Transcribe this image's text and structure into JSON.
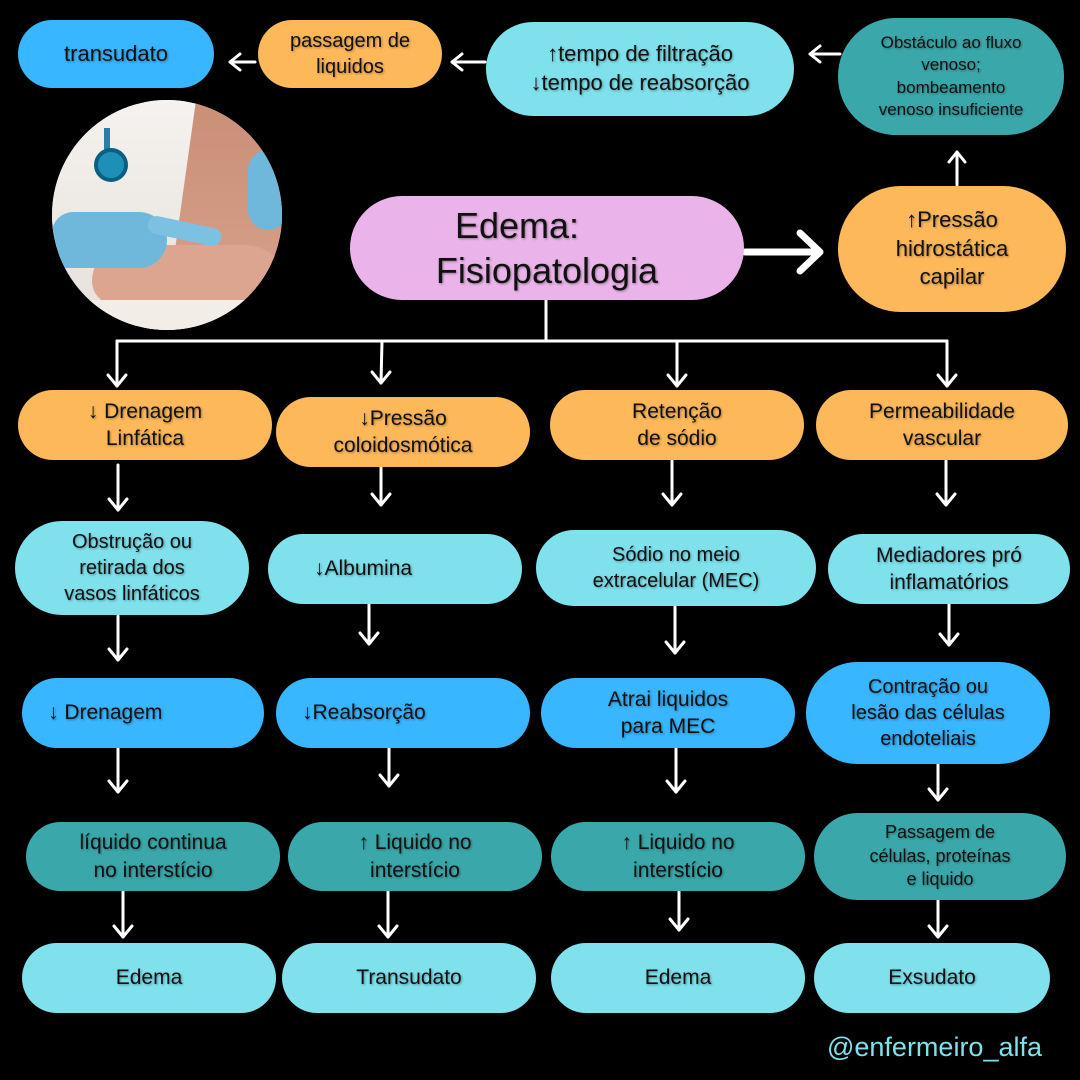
{
  "title": {
    "line1": "Edema:",
    "line2": "Fisiopatologia"
  },
  "image": {
    "alt": "Profissional de saúde com luvas azuis pressionando tornozelo edemaciado",
    "icon": "photo-icon"
  },
  "top_chain": {
    "pressao_hidrostatica": "↑Pressão\nhidrostática\ncapilar",
    "obstaculo": "Obstáculo ao fluxo\nvenoso;\nbombeamento\nvenoso insuficiente",
    "tempo": "↑tempo de filtração\n↓tempo de reabsorção",
    "passagem": "passagem de\nliquidos",
    "transudato": "transudato"
  },
  "columns": [
    {
      "cause": "↓ Drenagem\nLinfática",
      "step1": "Obstrução ou\nretirada dos\nvasos linfáticos",
      "step2": "↓ Drenagem",
      "step3": "líquido continua\nno interstício",
      "result": "Edema"
    },
    {
      "cause": "↓Pressão\ncoloidosmótica",
      "step1": "↓Albumina",
      "step2": "↓Reabsorção",
      "step3": "↑ Liquido no\ninterstício",
      "result": "Transudato"
    },
    {
      "cause": "Retenção\nde sódio",
      "step1": "Sódio no meio\nextracelular (MEC)",
      "step2": "Atrai liquidos\npara MEC",
      "step3": "↑ Liquido no\ninterstício",
      "result": "Edema"
    },
    {
      "cause": "Permeabilidade\nvascular",
      "step1": "Mediadores pró\ninflamatórios",
      "step2": "Contração ou\nlesão das células\nendoteliais",
      "step3": "Passagem de\ncélulas, proteínas\ne liquido",
      "result": "Exsudato"
    }
  ],
  "footer": {
    "handle": "@enfermeiro_alfa"
  },
  "colors": {
    "background": "#000000",
    "orange": "#fdb85a",
    "cyan": "#7ee1ec",
    "blue": "#38b6ff",
    "teal": "#3aa8aa",
    "pink": "#eab3e9",
    "arrow": "#ffffff",
    "handle": "#7ee1ec"
  }
}
